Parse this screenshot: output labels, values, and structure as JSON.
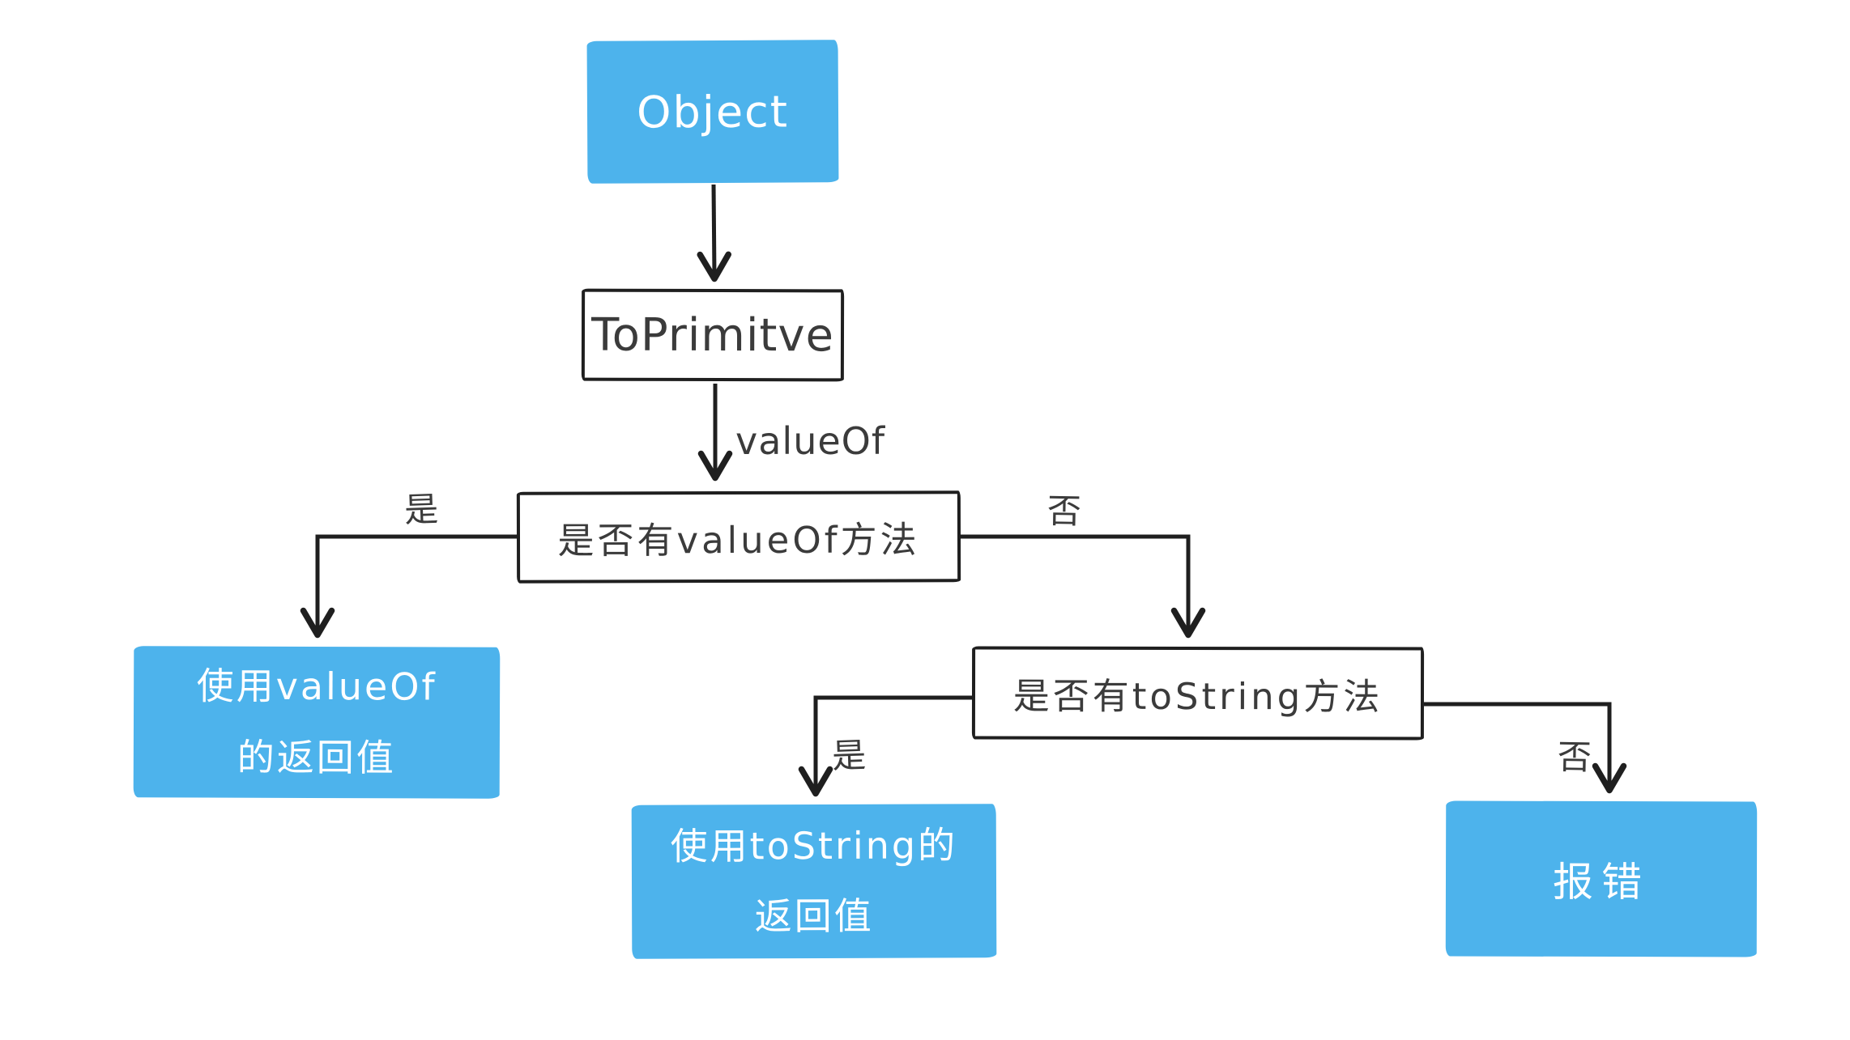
{
  "diagram": {
    "nodes": {
      "object": {
        "label": "Object",
        "type": "filled"
      },
      "toprimitive": {
        "label": "ToPrimitve",
        "type": "outline"
      },
      "has_valueof": {
        "label": "是否有valueOf方法",
        "type": "outline"
      },
      "use_valueof": {
        "lines": [
          "使用valueOf",
          "的返回值"
        ],
        "type": "filled"
      },
      "has_tostring": {
        "label": "是否有toString方法",
        "type": "outline"
      },
      "use_tostring": {
        "lines": [
          "使用toString的",
          "返回值"
        ],
        "type": "filled"
      },
      "error": {
        "label": "报错",
        "type": "filled"
      }
    },
    "edges": {
      "to_primitive_call": "valueOf",
      "valueof_yes": "是",
      "valueof_no": "否",
      "tostring_yes": "是",
      "tostring_no": "否"
    },
    "colors": {
      "node_fill": "#4db3ec",
      "node_text": "#ffffff",
      "outline_text": "#3b3b3b",
      "line": "#1f1f1f",
      "background": "#ffffff"
    }
  }
}
